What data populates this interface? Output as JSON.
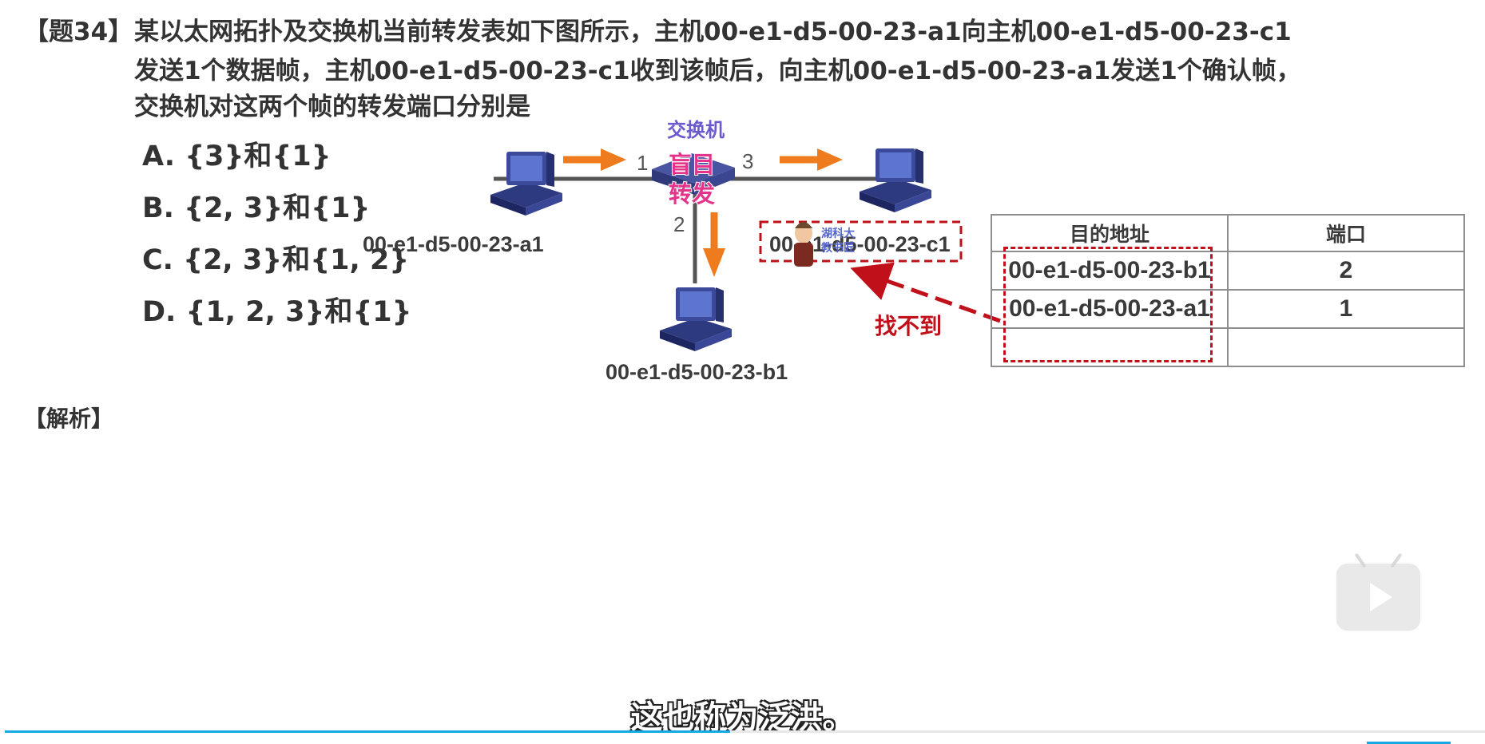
{
  "question": {
    "label": "【题34】",
    "lines": [
      "某以太网拓扑及交换机当前转发表如下图所示，主机00-e1-d5-00-23-a1向主机00-e1-d5-00-23-c1",
      "发送1个数据帧，主机00-e1-d5-00-23-c1收到该帧后，向主机00-e1-d5-00-23-a1发送1个确认帧，",
      "交换机对这两个帧的转发端口分别是"
    ],
    "options": [
      "A. {3}和{1}",
      "B. {2, 3}和{1}",
      "C. {2, 3}和{1, 2}",
      "D. {1, 2, 3}和{1}"
    ]
  },
  "diagram": {
    "switch_label": "交换机",
    "blind_label_1": "盲目",
    "blind_label_2": "转发",
    "port_1": "1",
    "port_2": "2",
    "port_3": "3",
    "host_a1": "00-e1-d5-00-23-a1",
    "host_b1": "00-e1-d5-00-23-b1",
    "host_c1": "00-e1-d5-00-23-c1",
    "not_found": "找不到",
    "badge_1": "湖科大",
    "badge_2": "教书匠"
  },
  "table": {
    "headers": [
      "目的地址",
      "端口"
    ],
    "rows": [
      [
        "00-e1-d5-00-23-b1",
        "2"
      ],
      [
        "00-e1-d5-00-23-a1",
        "1"
      ],
      [
        "",
        ""
      ]
    ]
  },
  "analysis_label": "【解析】",
  "subtitle": "这也称为泛洪。",
  "player": {
    "progress_fraction": 0.49,
    "play_icon": "play-icon"
  },
  "colors": {
    "arrow": "#ee7b1e",
    "highlight": "#c0101a",
    "switch": "#4a55a2",
    "progress": "#15a9e3"
  }
}
